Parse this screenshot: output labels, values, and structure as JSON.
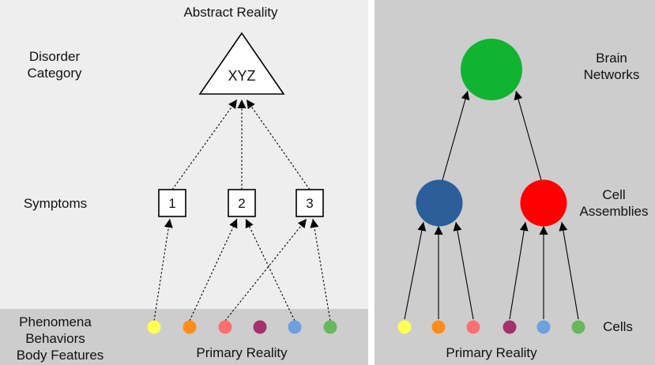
{
  "left_panel": {
    "top_title": "Abstract Reality",
    "category_label_line1": "Disorder",
    "category_label_line2": "Category",
    "triangle_label": "XYZ",
    "symptoms_label": "Symptoms",
    "symptoms": [
      "1",
      "2",
      "3"
    ],
    "phenomena_line1": "Phenomena",
    "phenomena_line2": "Behaviors",
    "phenomena_line3": "Body Features",
    "bottom_label": "Primary Reality"
  },
  "right_panel": {
    "brain_label_line1": "Brain",
    "brain_label_line2": "Networks",
    "cell_assemblies_line1": "Cell",
    "cell_assemblies_line2": "Assemblies",
    "cells_label": "Cells",
    "bottom_label": "Primary Reality"
  },
  "colors": {
    "left_bg": "#eeeeee",
    "left_band": "#cdcdcd",
    "right_bg": "#cdcdcd",
    "brain_network": "#10b431",
    "assembly_blue": "#2c5e9a",
    "assembly_red": "#ff0000",
    "dot_colors": [
      "#ffff55",
      "#ff8c1a",
      "#ff6e6e",
      "#a3316e",
      "#6e9fe0",
      "#66b85a"
    ]
  }
}
